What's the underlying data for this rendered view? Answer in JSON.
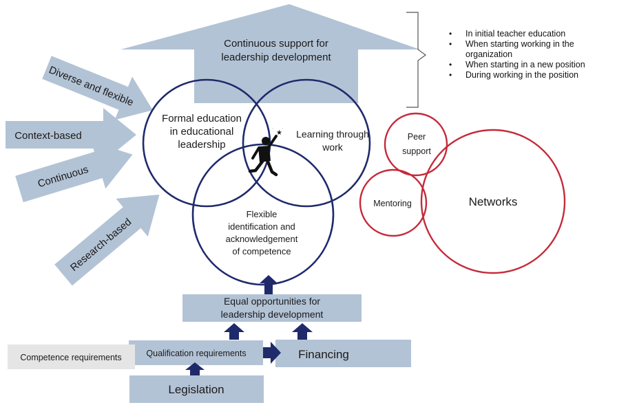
{
  "support_arrow": {
    "line1": "Continuous support for",
    "line2": "leadership development"
  },
  "bullets": [
    {
      "text": "In initial teacher education"
    },
    {
      "text": "When starting working in the"
    },
    {
      "text": "organization",
      "continuation": true
    },
    {
      "text": "When starting in a new position"
    },
    {
      "text": "During working in the position"
    }
  ],
  "side_arrows": {
    "diverse": "Diverse and flexible",
    "context": "Context-based",
    "continuous": "Continuous",
    "research": "Research-based"
  },
  "circles": {
    "formal": {
      "line1": "Formal education",
      "line2": "in educational",
      "line3": "leadership"
    },
    "learning": {
      "line1": "Learning through",
      "line2": "work"
    },
    "flexible": {
      "line1": "Flexible",
      "line2": "identification and",
      "line3": "acknowledgement",
      "line4": "of competence"
    },
    "peer": {
      "line1": "Peer",
      "line2": "support"
    },
    "mentoring": "Mentoring",
    "networks": "Networks"
  },
  "boxes": {
    "equal": {
      "line1": "Equal opportunities for",
      "line2": "leadership development"
    },
    "qualification": "Qualification requirements",
    "financing": "Financing",
    "competence": "Competence requirements",
    "legislation": "Legislation"
  },
  "colors": {
    "arrow_fill": "#b3c3d6",
    "circle_blue": "#1f2a6b",
    "circle_red": "#c42a3a",
    "small_arrow": "#1f2a6b"
  },
  "icons": {
    "center": "person-reaching-star-icon"
  }
}
